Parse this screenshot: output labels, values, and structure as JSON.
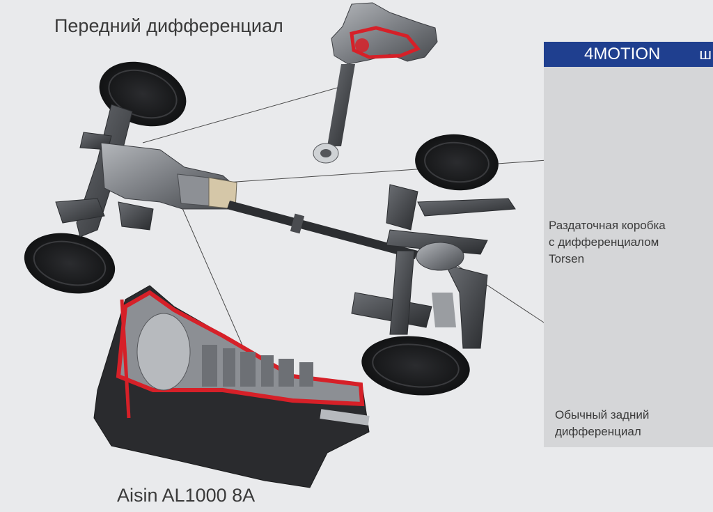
{
  "labels": {
    "front_differential": "Передний дифференциал",
    "gearbox": "Aisin AL1000 8A",
    "transfer_case_line1": "Раздаточная коробка",
    "transfer_case_line2": "с дифференциалом",
    "transfer_case_line3": "Torsen",
    "rear_diff_line1": "Обычный задний",
    "rear_diff_line2": "дифференциал"
  },
  "panel": {
    "header": "4MOTION",
    "header_cut": "ш"
  },
  "colors": {
    "background": "#e9eaec",
    "panel_bg": "#d5d6d8",
    "header_blue": "#1f3f8f",
    "cutaway_red": "#d62028",
    "metal_dark": "#3c3e42",
    "metal_mid": "#7a7d82",
    "metal_light": "#a9acb0",
    "tire": "#1c1d1f",
    "leader_line": "#4a4a4a"
  }
}
